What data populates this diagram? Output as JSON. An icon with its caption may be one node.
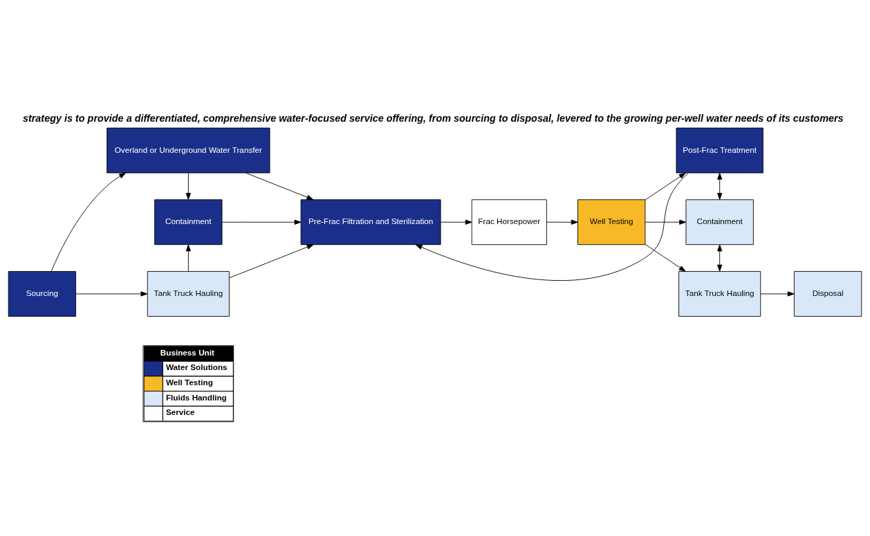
{
  "diagram": {
    "title": "strategy is to provide a differentiated, comprehensive water-focused service offering, from sourcing to disposal, levered to the growing per-well water needs of its customers",
    "nodes": [
      {
        "text": [
          "Sourcing"
        ]
      },
      {
        "text": [
          "Overland or Underground Water Transfer"
        ]
      },
      {
        "text": [
          "Containment"
        ]
      },
      {
        "text": [
          "Tank Truck Hauling"
        ]
      },
      {
        "text": [
          "Pre-Frac Filtration and Sterilization"
        ]
      },
      {
        "text": [
          "Frac Horsepower"
        ]
      },
      {
        "text": [
          "Well Testing"
        ]
      },
      {
        "text": [
          "Post-Frac Treatment"
        ]
      },
      {
        "text": [
          "Containment"
        ]
      },
      {
        "text": [
          "Tank Truck Hauling"
        ]
      },
      {
        "text": [
          "Disposal"
        ]
      }
    ],
    "edges": [
      {
        "from": 0,
        "to": 1,
        "arrow": "to"
      },
      {
        "from": 0,
        "to": 3,
        "arrow": "to"
      },
      {
        "from": 1,
        "to": 2,
        "arrow": "to"
      },
      {
        "from": 1,
        "to": 4,
        "arrow": "to"
      },
      {
        "from": 3,
        "to": 2,
        "arrow": "to"
      },
      {
        "from": 2,
        "to": 4,
        "arrow": "to"
      },
      {
        "from": 3,
        "to": 4,
        "arrow": "to"
      },
      {
        "from": 4,
        "to": 5,
        "arrow": "to"
      },
      {
        "from": 5,
        "to": 6,
        "arrow": "to"
      },
      {
        "from": 6,
        "to": 7,
        "arrow": "to"
      },
      {
        "from": 6,
        "to": 8,
        "arrow": "to"
      },
      {
        "from": 6,
        "to": 9,
        "arrow": "to"
      },
      {
        "from": 7,
        "to": 4,
        "arrow": "to"
      },
      {
        "from": 7,
        "to": 8,
        "arrow": "both"
      },
      {
        "from": 8,
        "to": 9,
        "arrow": "both"
      },
      {
        "from": 9,
        "to": 10,
        "arrow": "to"
      }
    ],
    "labels": [
      "Business Unit"
    ],
    "legend": [
      {
        "text": "Water Solutions",
        "color": "#1a2f8a"
      },
      {
        "text": "Well Testing",
        "color": "#f7b928"
      },
      {
        "text": "Fluids Handling",
        "color": "#d9e8f8"
      },
      {
        "text": "Service",
        "color": "#ffffff"
      }
    ]
  }
}
